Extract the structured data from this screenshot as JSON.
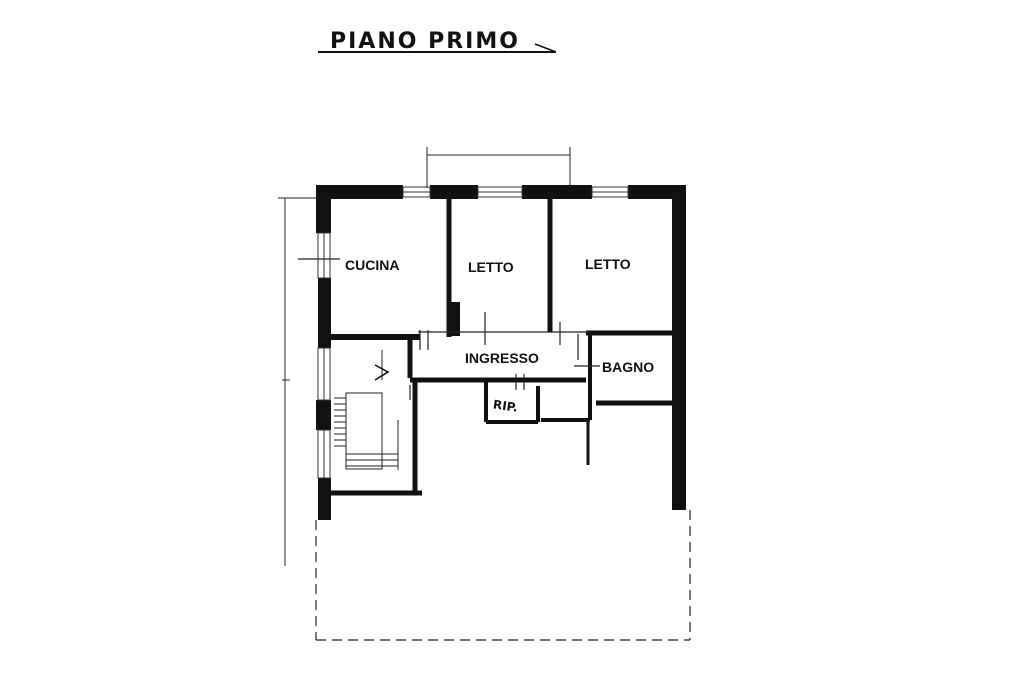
{
  "title": "PIANO PRIMO",
  "rooms": {
    "kitchen": "CUCINA",
    "bedroom_1": "LETTO",
    "bedroom_2": "LETTO",
    "entrance": "INGRESSO",
    "bathroom": "BAGNO",
    "storage": "RIP."
  },
  "colors": {
    "ink": "#111111",
    "paper": "#ffffff"
  }
}
